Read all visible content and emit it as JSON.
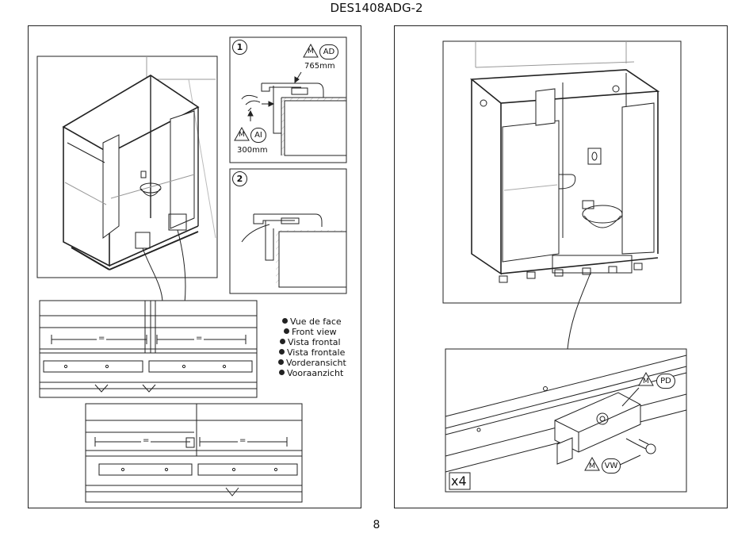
{
  "header": {
    "doc_ref": "DES1408ADG-2"
  },
  "footer": {
    "page_number": "8"
  },
  "step1": {
    "number": "1",
    "tag_top": {
      "letter": "M",
      "code": "AD",
      "measure": "765mm"
    },
    "tag_bottom": {
      "letter": "M",
      "code": "AI",
      "measure": "300mm"
    }
  },
  "step2": {
    "number": "2"
  },
  "detail_views": {
    "equal_sign": "="
  },
  "view_labels": [
    "Vue de face",
    "Front view",
    "Vista frontal",
    "Vista frontale",
    "Vorderansicht",
    "Vooraanzicht"
  ],
  "right_panel": {
    "tag_pd": {
      "letter": "M",
      "code": "PD"
    },
    "tag_vw": {
      "letter": "M",
      "code": "VW"
    },
    "quantity": "x4"
  },
  "colors": {
    "line": "#222222",
    "background": "#ffffff",
    "hatch": "#cccccc"
  }
}
